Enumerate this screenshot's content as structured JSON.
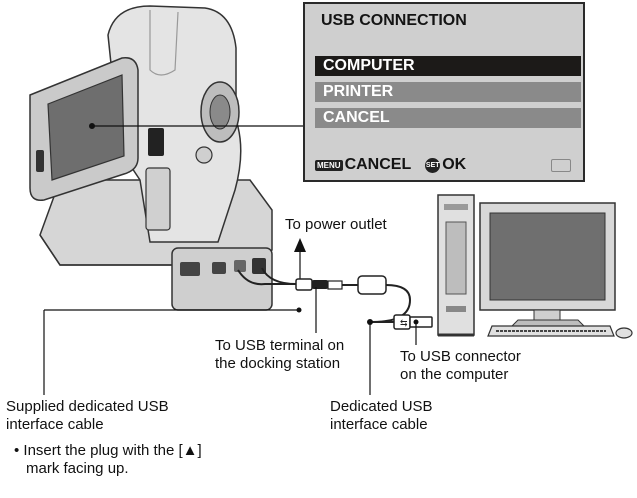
{
  "lcd": {
    "title": "USB CONNECTION",
    "menu_items": [
      {
        "label": "COMPUTER",
        "selected": true
      },
      {
        "label": "PRINTER",
        "selected": false
      },
      {
        "label": "CANCEL",
        "selected": false
      }
    ],
    "footer": {
      "menu_key": "MENU",
      "cancel_label": "CANCEL",
      "set_key": "SET",
      "ok_label": "OK"
    }
  },
  "labels": {
    "power_outlet": "To power outlet",
    "usb_terminal_line1": "To USB terminal on",
    "usb_terminal_line2": "the docking station",
    "usb_connector_line1": "To USB connector",
    "usb_connector_line2": "on the computer",
    "dedicated_cable_line1": "Dedicated USB",
    "dedicated_cable_line2": "interface cable",
    "supplied_cable_line1": "Supplied dedicated USB",
    "supplied_cable_line2": "interface cable",
    "note_line1": "• Insert the plug with the [▲]",
    "note_line2": "mark facing up."
  },
  "colors": {
    "lcd_bg": "#cfcfcf",
    "selected_bg": "#1c1a18",
    "item_bg": "#8a8a8a",
    "device_body": "#e2e2e2",
    "device_dark": "#555555"
  }
}
